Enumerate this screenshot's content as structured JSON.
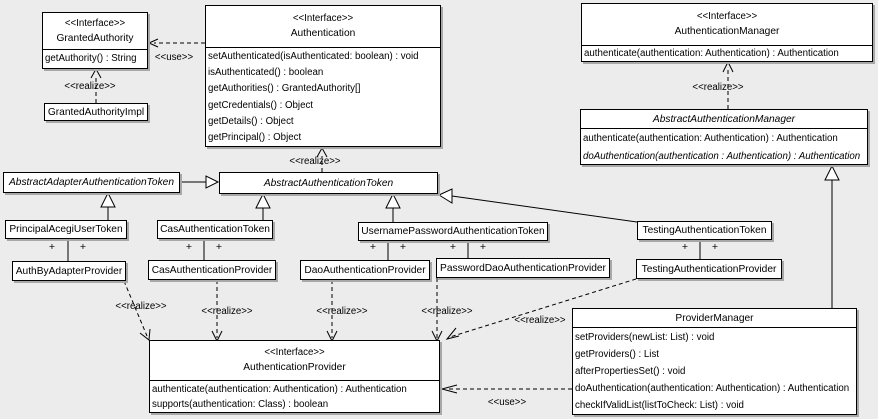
{
  "diagram": {
    "colors": {
      "background": "#ececec",
      "box_fill": "#ffffff",
      "line": "#000000",
      "shadow": "#a8a8a8"
    },
    "labels": {
      "interface": "<<Interface>>",
      "use": "<<use>>",
      "realize": "<<realize>>",
      "plus": "+"
    },
    "classes": {
      "granted_authority": {
        "stereotype": "<<Interface>>",
        "name": "GrantedAuthority",
        "methods": [
          "getAuthority() : String"
        ]
      },
      "granted_authority_impl": {
        "name": "GrantedAuthorityImpl"
      },
      "authentication": {
        "stereotype": "<<Interface>>",
        "name": "Authentication",
        "methods": [
          "setAuthenticated(isAuthenticated: boolean) : void",
          "isAuthenticated() : boolean",
          "getAuthorities() : GrantedAuthority[]",
          "getCredentials() : Object",
          "getDetails() : Object",
          "getPrincipal() : Object"
        ]
      },
      "authentication_manager": {
        "stereotype": "<<Interface>>",
        "name": "AuthenticationManager",
        "methods": [
          "authenticate(authentication: Authentication) : Authentication"
        ]
      },
      "abstract_authentication_manager": {
        "name": "AbstractAuthenticationManager",
        "methods": [
          "authenticate(authentication: Authentication) : Authentication",
          "doAuthentication(authentication : Authentication) : Authentication"
        ]
      },
      "abstract_adapter_authentication_token": {
        "name": "AbstractAdapterAuthenticationToken"
      },
      "abstract_authentication_token": {
        "name": "AbstractAuthenticationToken"
      },
      "principal_acegi_user_token": {
        "name": "PrincipalAcegiUserToken"
      },
      "cas_authentication_token": {
        "name": "CasAuthenticationToken"
      },
      "username_password_authentication_token": {
        "name": "UsernamePasswordAuthenticationToken"
      },
      "testing_authentication_token": {
        "name": "TestingAuthenticationToken"
      },
      "auth_by_adapter_provider": {
        "name": "AuthByAdapterProvider"
      },
      "cas_authentication_provider": {
        "name": "CasAuthenticationProvider"
      },
      "dao_authentication_provider": {
        "name": "DaoAuthenticationProvider"
      },
      "password_dao_authentication_provider": {
        "name": "PasswordDaoAuthenticationProvider"
      },
      "testing_authentication_provider": {
        "name": "TestingAuthenticationProvider"
      },
      "authentication_provider": {
        "stereotype": "<<Interface>>",
        "name": "AuthenticationProvider",
        "methods": [
          "authenticate(authentication: Authentication) : Authentication",
          "supports(authentication: Class) : boolean"
        ]
      },
      "provider_manager": {
        "name": "ProviderManager",
        "methods": [
          "setProviders(newList: List) : void",
          "getProviders() : List",
          "afterPropertiesSet() : void",
          "doAuthentication(authentication: Authentication) : Authentication",
          "checkIfValidList(listToCheck: List) : void"
        ]
      }
    }
  }
}
